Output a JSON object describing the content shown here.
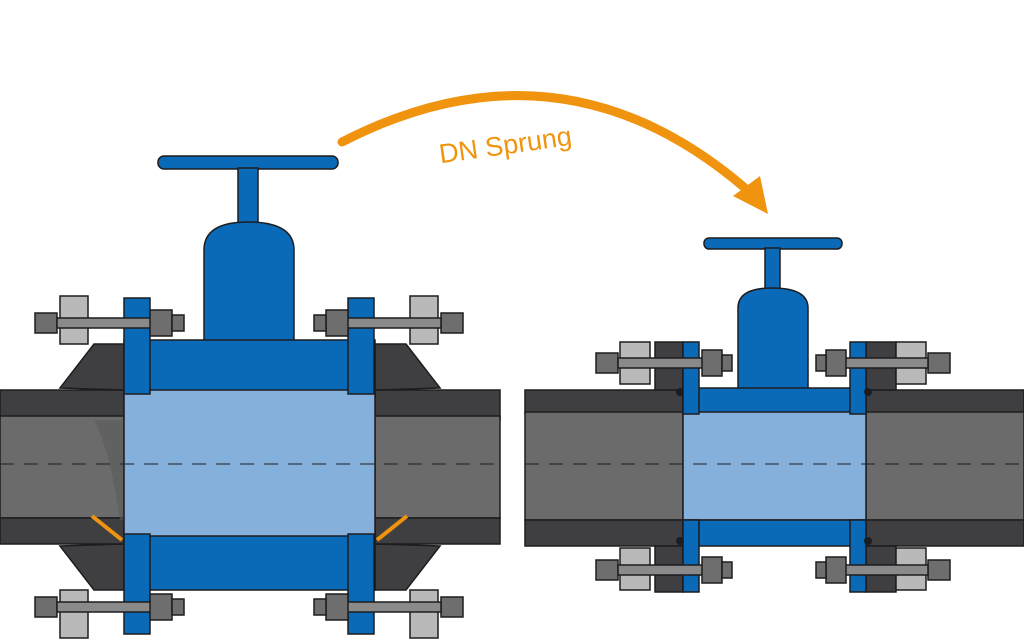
{
  "diagram": {
    "arrow_label": "DN Sprung"
  },
  "colors": {
    "background": "#ffffff",
    "valve_blue": "#0a6ab8",
    "bore_blue": "#86b0dc",
    "pipe_dark": "#3f3f41",
    "pipe_gray": "#6b6b6b",
    "bolt_gray": "#6e6e6e",
    "nut_light": "#b9b9b9",
    "accent_orange": "#f0940f",
    "outline": "#1d1d1f"
  },
  "components": {
    "left_assembly": [
      "pipe-left",
      "flange-adapter-left",
      "valve-large",
      "flange-adapter-right",
      "pipe-right"
    ],
    "right_assembly": [
      "pipe-left",
      "valve-small",
      "pipe-right"
    ],
    "icons": [
      "curved-arrow-icon",
      "bolt-icon",
      "gasket-icon"
    ]
  }
}
